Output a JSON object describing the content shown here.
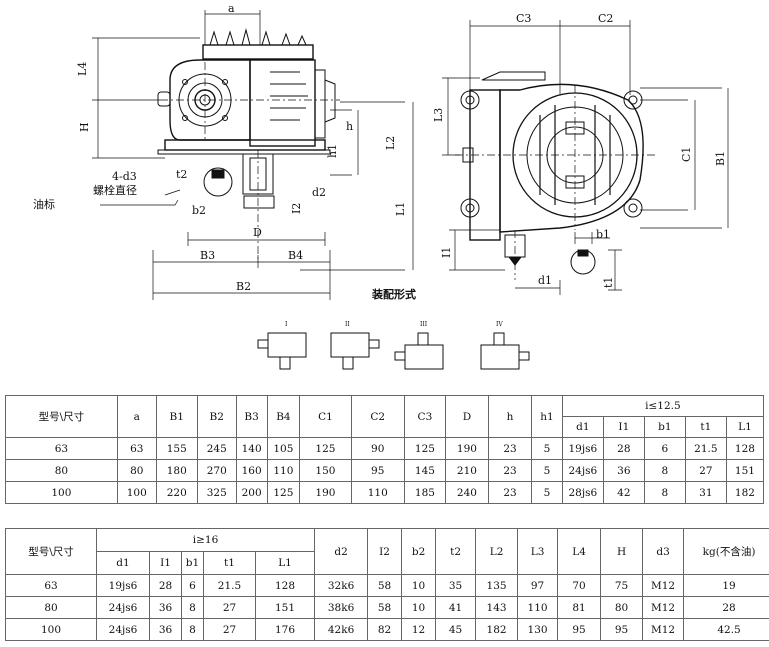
{
  "drawing": {
    "labels": {
      "a": "a",
      "L4": "L4",
      "H": "H",
      "d3": "4-d3",
      "bolt": "螺栓直径",
      "oil": "油标",
      "t2": "t2",
      "b2": "b2",
      "D": "D",
      "B3": "B3",
      "B4": "B4",
      "B2": "B2",
      "h": "h",
      "h1": "h1",
      "d2": "d2",
      "L2": "L2",
      "L1": "L1",
      "I2": "I2",
      "C3": "C3",
      "C2": "C2",
      "L3": "L3",
      "C1": "C1",
      "B1": "B1",
      "I1": "I1",
      "d1": "d1",
      "b1": "b1",
      "t1": "t1",
      "assembly": "装配形式"
    },
    "assembly_forms": [
      "I",
      "II",
      "III",
      "IV"
    ]
  },
  "table1": {
    "header_model": "型号\\尺寸",
    "columns": [
      "a",
      "B1",
      "B2",
      "B3",
      "B4",
      "C1",
      "C2",
      "C3",
      "D",
      "h",
      "h1"
    ],
    "group_label": "i≤12.5",
    "group_columns": [
      "d1",
      "I1",
      "b1",
      "t1",
      "L1"
    ],
    "rows": [
      [
        "63",
        "63",
        "155",
        "245",
        "140",
        "105",
        "125",
        "90",
        "125",
        "190",
        "23",
        "5",
        "19js6",
        "28",
        "6",
        "21.5",
        "128"
      ],
      [
        "80",
        "80",
        "180",
        "270",
        "160",
        "110",
        "150",
        "95",
        "145",
        "210",
        "23",
        "5",
        "24js6",
        "36",
        "8",
        "27",
        "151"
      ],
      [
        "100",
        "100",
        "220",
        "325",
        "200",
        "125",
        "190",
        "110",
        "185",
        "240",
        "23",
        "5",
        "28js6",
        "42",
        "8",
        "31",
        "182"
      ]
    ]
  },
  "table2": {
    "header_model": "型号\\尺寸",
    "group_label": "i≥16",
    "group_columns": [
      "d1",
      "I1",
      "b1",
      "t1",
      "L1"
    ],
    "columns": [
      "d2",
      "I2",
      "b2",
      "t2",
      "L2",
      "L3",
      "L4",
      "H",
      "d3",
      "kg(不含油)"
    ],
    "rows": [
      [
        "63",
        "19js6",
        "28",
        "6",
        "21.5",
        "128",
        "32k6",
        "58",
        "10",
        "35",
        "135",
        "97",
        "70",
        "75",
        "M12",
        "19"
      ],
      [
        "80",
        "24js6",
        "36",
        "8",
        "27",
        "151",
        "38k6",
        "58",
        "10",
        "41",
        "143",
        "110",
        "81",
        "80",
        "M12",
        "28"
      ],
      [
        "100",
        "24js6",
        "36",
        "8",
        "27",
        "176",
        "42k6",
        "82",
        "12",
        "45",
        "182",
        "130",
        "95",
        "95",
        "M12",
        "42.5"
      ]
    ]
  }
}
